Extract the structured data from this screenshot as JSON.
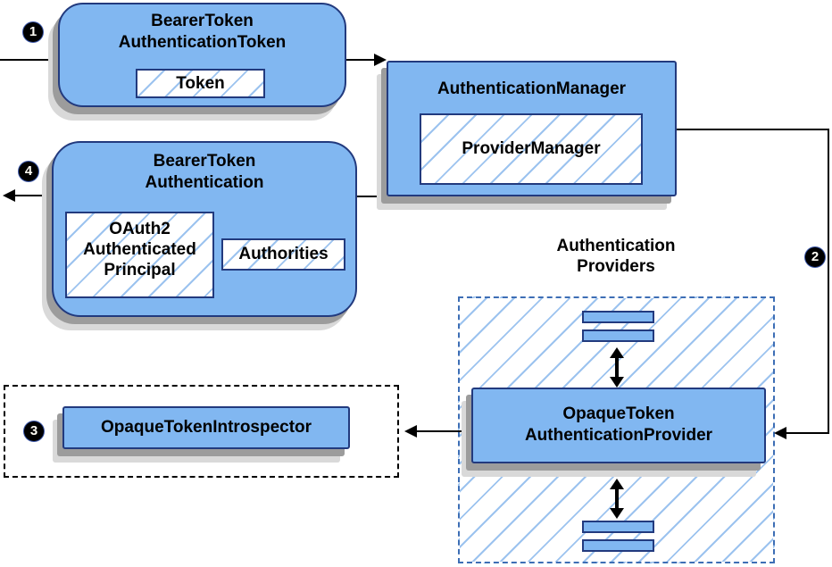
{
  "colors": {
    "node_fill": "#81B7F1",
    "node_border": "#223A7E",
    "hatch_line": "#9CC3EF",
    "region_border": "#3D6EB5",
    "shadow_dark": "#9C9C9C",
    "shadow_light": "#D9D9D9"
  },
  "nodes": {
    "bearer_token_authentication_token": {
      "title": "BearerToken\nAuthenticationToken",
      "token_label": "Token"
    },
    "authentication_manager": {
      "title": "AuthenticationManager",
      "provider_manager_label": "ProviderManager"
    },
    "bearer_token_authentication": {
      "title": "BearerToken\nAuthentication",
      "principal_label": "OAuth2\nAuthenticated\nPrincipal",
      "authorities_label": "Authorities"
    },
    "authentication_providers": {
      "region_label": "Authentication\nProviders",
      "provider_title": "OpaqueToken\nAuthenticationProvider"
    },
    "introspector": {
      "label": "OpaqueTokenIntrospector"
    }
  },
  "steps": {
    "one": "1",
    "two": "2",
    "three": "3",
    "four": "4"
  }
}
